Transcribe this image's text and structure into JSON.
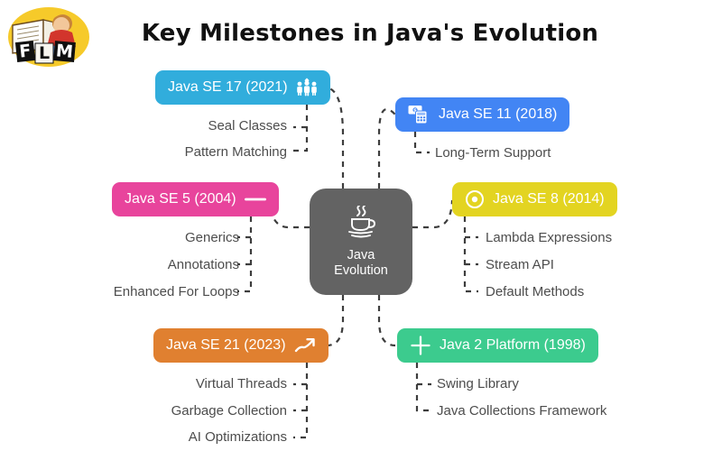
{
  "page": {
    "title": "Key Milestones in Java's Evolution",
    "background": "#ffffff"
  },
  "logo": {
    "name": "flm-logo",
    "letters": [
      "F",
      "L",
      "M"
    ],
    "description": "child-reading-book-logo"
  },
  "center": {
    "icon": "java-coffee-cup-icon",
    "line1": "Java",
    "line2": "Evolution",
    "color": "#636363"
  },
  "branches": [
    {
      "id": "java-se-17",
      "label": "Java SE 17 (2021)",
      "year": "2021",
      "color": "#31ADDC",
      "icon": "people-group-icon",
      "icon_side": "right",
      "children": [
        "Seal Classes",
        "Pattern Matching"
      ]
    },
    {
      "id": "java-se-11",
      "label": "Java SE 11 (2018)",
      "year": "2018",
      "color": "#4285F4",
      "icon": "money-calculator-icon",
      "icon_side": "left",
      "children": [
        "Long-Term Support"
      ]
    },
    {
      "id": "java-se-5",
      "label": "Java SE 5 (2004)",
      "year": "2004",
      "color": "#E8449C",
      "icon": "dash-line-icon",
      "icon_side": "right",
      "children": [
        "Generics",
        "Annotations",
        "Enhanced For Loops"
      ]
    },
    {
      "id": "java-se-8",
      "label": "Java SE 8 (2014)",
      "year": "2014",
      "color": "#E3D421",
      "icon": "target-circle-icon",
      "icon_side": "left",
      "children": [
        "Lambda Expressions",
        "Stream API",
        "Default Methods"
      ]
    },
    {
      "id": "java-se-21",
      "label": "Java SE 21 (2023)",
      "year": "2023",
      "color": "#E08030",
      "icon": "trending-up-arrow-icon",
      "icon_side": "right",
      "children": [
        "Virtual Threads",
        "Garbage Collection",
        "AI Optimizations"
      ]
    },
    {
      "id": "java-2-platform",
      "label": "Java 2 Platform (1998)",
      "year": "1998",
      "color": "#3CCB8E",
      "icon": "plus-icon",
      "icon_side": "left",
      "children": [
        "Swing Library",
        "Java Collections Framework"
      ]
    }
  ]
}
